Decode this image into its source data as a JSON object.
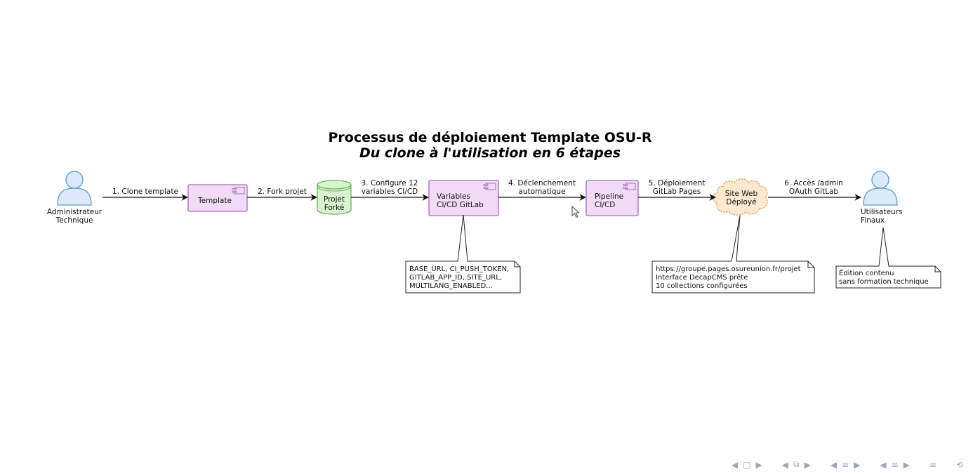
{
  "title": "Processus de déploiement Template OSU-R",
  "subtitle": "Du clone à l'utilisation en 6 étapes",
  "actors": {
    "admin": [
      "Administrateur",
      "Technique"
    ],
    "users": [
      "Utilisateurs",
      "Finaux"
    ]
  },
  "nodes": {
    "template": [
      "Template"
    ],
    "forked": [
      "Projet",
      "Forké"
    ],
    "variables": [
      "Variables",
      "CI/CD GitLab"
    ],
    "pipeline": [
      "Pipeline",
      "CI/CD"
    ],
    "site": [
      "Site Web",
      "Déployé"
    ]
  },
  "edges": {
    "e1": [
      "1. Clone template"
    ],
    "e2": [
      "2. Fork projet"
    ],
    "e3": [
      "3. Configure 12",
      "variables CI/CD"
    ],
    "e4": [
      "4. Déclenchement",
      "automatique"
    ],
    "e5": [
      "5. Déploiement",
      "GitLab Pages"
    ],
    "e6": [
      "6. Accès /admin",
      "OAuth GitLab"
    ]
  },
  "notes": {
    "variables": [
      "BASE_URL, CI_PUSH_TOKEN,",
      "GITLAB_APP_ID, SITE_URL,",
      "MULTILANG_ENABLED..."
    ],
    "site": [
      "https://groupe.pages.osureunion.fr/projet",
      "Interface DecapCMS prête",
      "10 collections configurées"
    ],
    "users": [
      "Édition contenu",
      "sans formation technique"
    ]
  },
  "colors": {
    "component_fill": "#f1dbf6",
    "component_border": "#a66bb8",
    "database_fill": "#d9f2d0",
    "database_border": "#6bb35a",
    "cloud_fill": "#fde9cf",
    "cloud_border": "#e0a050",
    "actor_fill": "#dbe9f8",
    "actor_border": "#5a9bd5",
    "nav_color": "#9aa6c0"
  },
  "navigation": {
    "icons": [
      "nav-left-arrow",
      "frame-icon",
      "nav-right-arrow",
      "nav-left-arrow",
      "frames-icon",
      "nav-right-arrow",
      "nav-left-arrow",
      "subsection-icon",
      "nav-right-arrow",
      "nav-left-arrow",
      "section-icon",
      "nav-right-arrow",
      "align-icon",
      "loop-icon"
    ]
  }
}
